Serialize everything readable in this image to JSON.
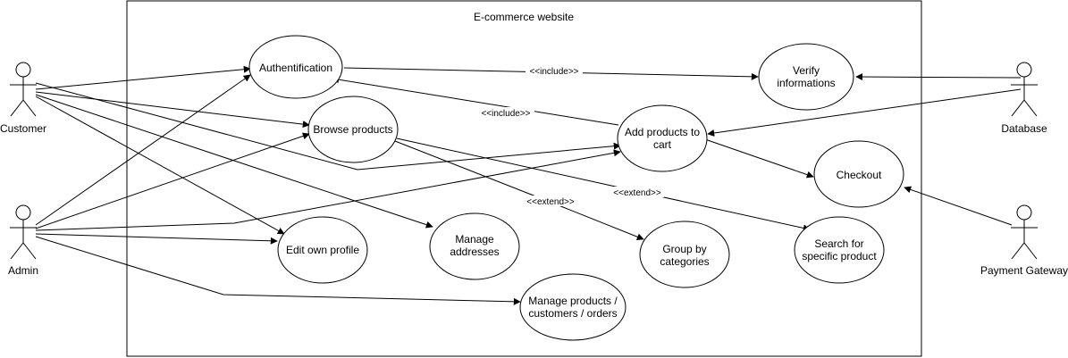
{
  "system": {
    "title": "E-commerce website"
  },
  "actors": {
    "customer": "Customer",
    "admin": "Admin",
    "database": "Database",
    "payment_gateway": "Payment Gateway"
  },
  "use_cases": {
    "authentification": "Authentification",
    "verify_informations": [
      "Verify",
      "informations"
    ],
    "browse_products": "Browse products",
    "add_products_to_cart": [
      "Add products to",
      "cart"
    ],
    "checkout": "Checkout",
    "edit_own_profile": "Edit own profile",
    "manage_addresses": [
      "Manage",
      "addresses"
    ],
    "group_by_categories": [
      "Group by",
      "categories"
    ],
    "search_specific_product": [
      "Search for",
      "specific product"
    ],
    "manage_products": [
      "Manage products /",
      "customers / orders"
    ]
  },
  "relations": {
    "include_verify": "<<include>>",
    "include_auth": "<<include>>",
    "extend_group": "<<extend>>",
    "extend_search": "<<extend>>"
  }
}
